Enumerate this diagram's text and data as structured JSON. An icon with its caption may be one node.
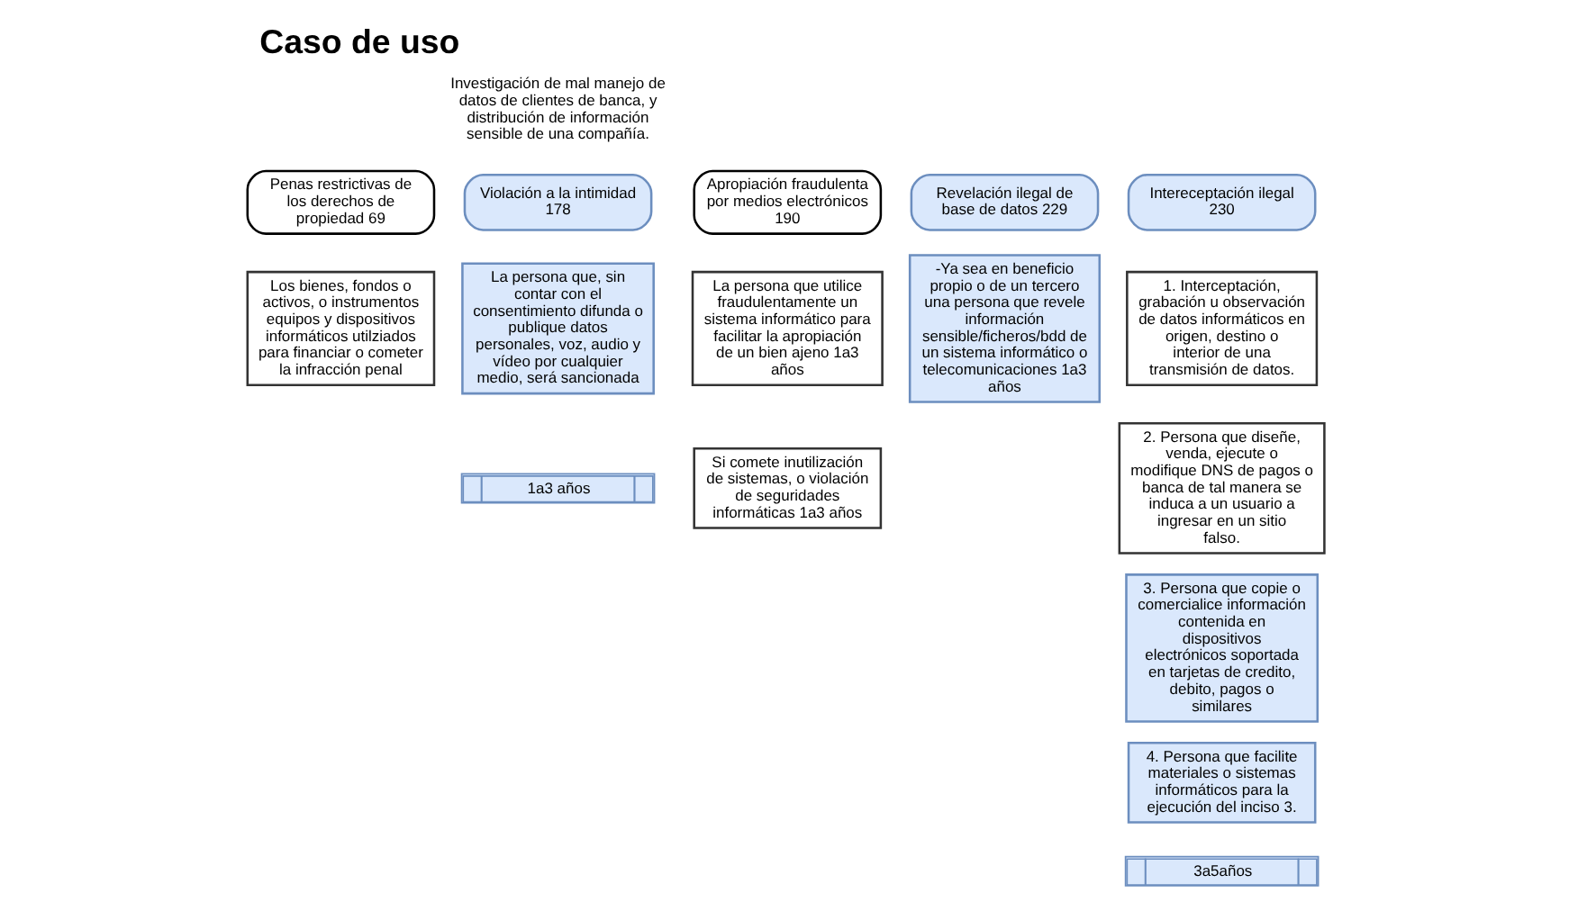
{
  "diagram": {
    "title": "Caso de uso",
    "nodes": [
      {
        "text": [
          "Penas restrictivas de los derechos de propiedad 69"
        ]
      },
      {
        "text": [
          "Los bienes, fondos o activos, o instrumentos equipos y dispositivos informáticos utilziados para financiar o cometer la infracción penal"
        ]
      },
      {
        "text": [
          "Violación a la intimidad 178"
        ]
      },
      {
        "text": [
          "La persona que, sin contar con el consentimiento difunda o publique datos personales, voz, audio y vídeo por cualquier medio, será sancionada"
        ]
      },
      {
        "text": [
          "1a3 años"
        ]
      },
      {
        "text": [
          "Apropiación fraudulenta por medios electrónicos 190"
        ]
      },
      {
        "text": [
          "La persona que utilice fraudulentamente un sistema informático para facilitar la apropiación de un bien ajeno 1a3 años"
        ]
      },
      {
        "text": [
          "Si comete inutilización de sistemas, o violación de seguridades informáticas 1a3 años"
        ]
      },
      {
        "text": [
          "Revelación ilegal de base de datos 229"
        ]
      },
      {
        "text": [
          "-Ya sea en beneficio propio o de un tercero una persona que revele información sensible/ficheros/bdd de un sistema informático o telecomunicaciones 1a3 años"
        ]
      },
      {
        "text": [
          "Intereceptación ilegal 230"
        ]
      },
      {
        "text": [
          "1. Interceptación, grabación u observación de datos informáticos en origen, destino o interior de una transmisión de datos."
        ]
      },
      {
        "text": [
          "2. Persona que diseñe, venda, ejecute o modifique DNS de pagos o banca de tal manera se induca a un usuario a ingresar en un sitio falso."
        ]
      },
      {
        "text": [
          "3. Persona que copie o comercialice información contenida en dispositivos electrónicos soportada en tarjetas de credito, debito, pagos o similares"
        ]
      },
      {
        "text": [
          "4. Persona que facilite materiales o sistemas informáticos para la ejecución del inciso 3."
        ]
      },
      {
        "text": [
          "3a5años"
        ]
      }
    ],
    "edges": [],
    "labels": [
      "Investigación de mal manejo de datos de clientes de banca, y distribución de información sensible de una compañía."
    ]
  }
}
